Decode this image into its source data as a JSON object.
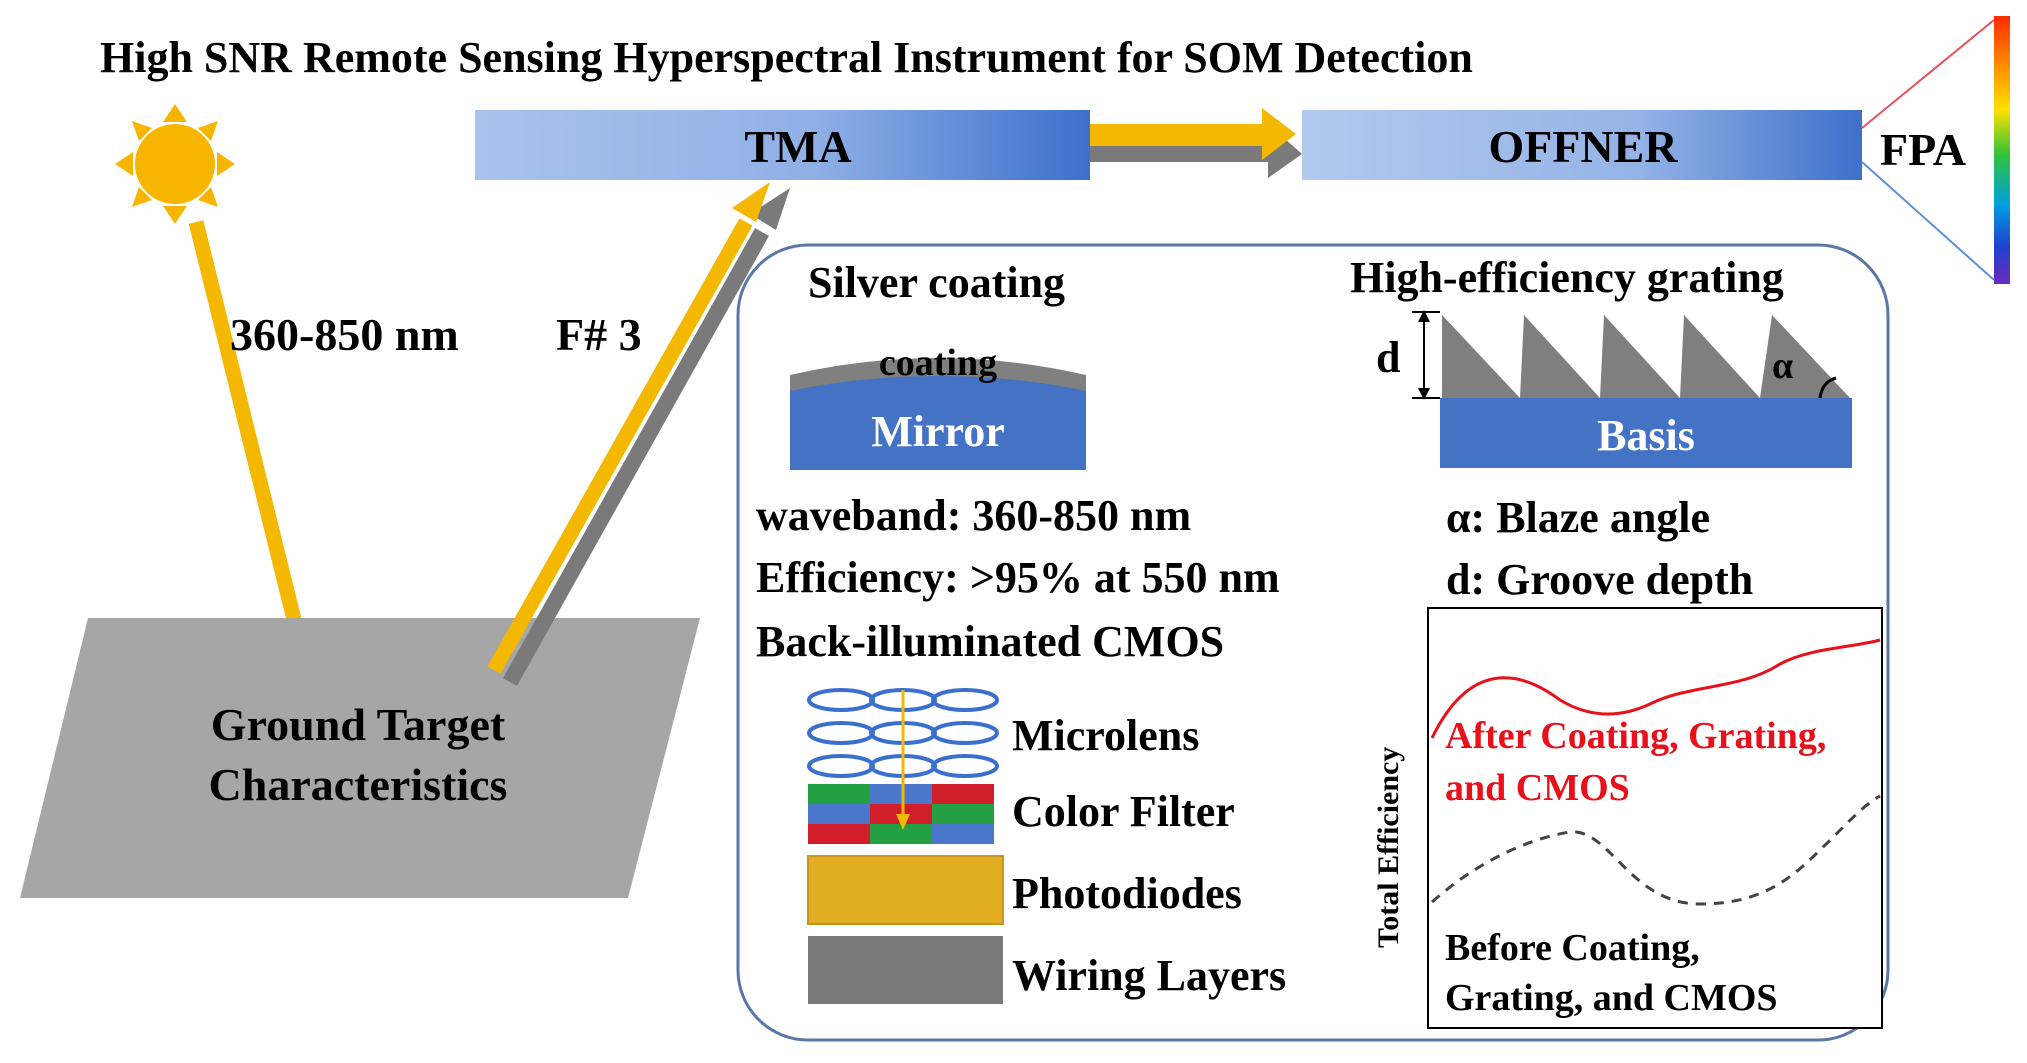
{
  "title": "High SNR Remote Sensing Hyperspectral Instrument for SOM Detection",
  "bars": {
    "tma": "TMA",
    "offner": "OFFNER",
    "fpa": "FPA"
  },
  "beam_labels": {
    "waveband": "360-850 nm",
    "fnumber": "F# 3"
  },
  "ground": {
    "line1": "Ground Target",
    "line2": "Characteristics"
  },
  "silver": {
    "heading": "Silver coating",
    "coating_label": "coating",
    "mirror_label": "Mirror",
    "waveband": "waveband: 360-850 nm",
    "efficiency": "Efficiency: >95% at 550 nm"
  },
  "grating": {
    "heading": "High-efficiency grating",
    "d_label": "d",
    "alpha_label": "α",
    "basis_label": "Basis",
    "alpha_def": "α: Blaze angle",
    "d_def": "d: Groove depth"
  },
  "cmos": {
    "heading": "Back-illuminated CMOS",
    "layers": [
      "Microlens",
      "Color Filter",
      "Photodiodes",
      "Wiring Layers"
    ]
  },
  "efficiency_plot": {
    "ylabel": "Total Efficiency",
    "after_line1": "After Coating, Grating,",
    "after_line2": "and CMOS",
    "before_line1": "Before Coating,",
    "before_line2": "Grating, and CMOS"
  },
  "colors": {
    "sun": "#f7b500",
    "beam": "#f5b800",
    "beam_shadow": "#7a7a7a",
    "bar_blue_light": "#a9c2ec",
    "bar_blue_dark": "#3d6fcc",
    "mirror_blue": "#4472c4",
    "ground_gray": "#a6a6a6",
    "after_curve": "#e8101a",
    "before_curve": "#444444",
    "panel_border": "#5a77a8"
  }
}
